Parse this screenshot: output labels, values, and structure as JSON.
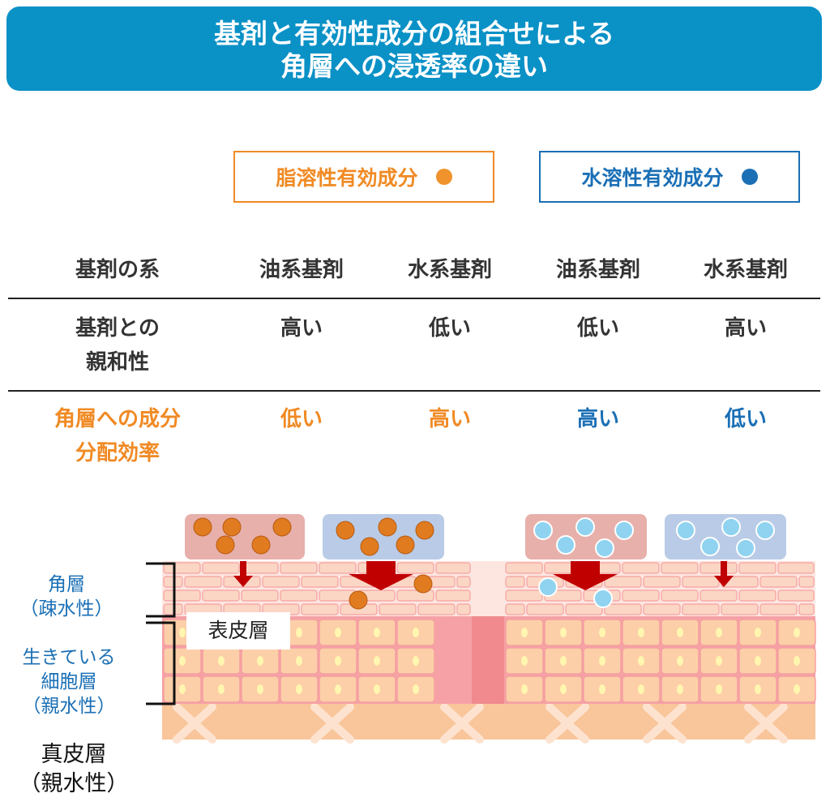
{
  "title": {
    "line1": "基剤と有効性成分の組合せによる",
    "line2": "角層への浸透率の違い"
  },
  "legend": {
    "oil": {
      "label": "脂溶性有効成分",
      "color": "#f0932c"
    },
    "water": {
      "label": "水溶性有効成分",
      "color": "#1a6fb5"
    }
  },
  "table": {
    "header": {
      "label": "基剤の系",
      "cols": [
        "油系基剤",
        "水系基剤",
        "油系基剤",
        "水系基剤"
      ]
    },
    "affinity": {
      "label_line1": "基剤との",
      "label_line2": "親和性",
      "values": [
        "高い",
        "低い",
        "低い",
        "高い"
      ]
    },
    "partition": {
      "label_line1": "角層への成分",
      "label_line2": "分配効率",
      "values": [
        "低い",
        "高い",
        "高い",
        "低い"
      ]
    }
  },
  "diagram": {
    "stratum_corneum_line1": "角層",
    "stratum_corneum_line2": "（疎水性）",
    "living_cells_line1": "生きている",
    "living_cells_line2": "細胞層",
    "living_cells_line3": "（親水性）",
    "epidermis": "表皮層",
    "dermis_line1": "真皮層",
    "dermis_line2": "（親水性）",
    "colors": {
      "oil_particle": "#e07b20",
      "water_particle": "#8fd3f0",
      "arrow": "#c00000",
      "corneum": "#fbd6c4",
      "cell_layer": "#f5a1a6",
      "dermis": "#f9c59a"
    }
  }
}
